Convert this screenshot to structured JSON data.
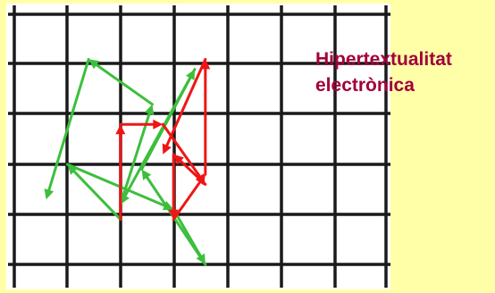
{
  "title": {
    "line1": "Hipertextualitat",
    "line2": "electrònica"
  },
  "colors": {
    "background": "#FFFFA8",
    "title": "#A2003A",
    "grid_paper": "#FFFFFF",
    "grid_lines": "#1A1A1A",
    "green_path": "#3CBF3C",
    "red_path": "#F01515"
  },
  "diagram": {
    "grid": {
      "columns": 7,
      "rows": 6
    },
    "green_path": [
      [
        2.0,
        4.1
      ],
      [
        1.0,
        3.0
      ],
      [
        3.0,
        3.9
      ],
      [
        3.6,
        5.0
      ],
      [
        2.4,
        3.1
      ],
      [
        3.4,
        1.1
      ],
      [
        2.0,
        3.8
      ],
      [
        2.6,
        1.8
      ],
      [
        1.4,
        0.9
      ],
      [
        0.6,
        3.7
      ]
    ],
    "red_path": [
      [
        2.0,
        4.1
      ],
      [
        2.0,
        2.2
      ],
      [
        2.8,
        2.2
      ],
      [
        3.6,
        3.4
      ],
      [
        3.0,
        2.8
      ],
      [
        3.0,
        4.1
      ],
      [
        3.6,
        3.2
      ],
      [
        3.6,
        0.9
      ],
      [
        2.8,
        2.8
      ]
    ]
  }
}
